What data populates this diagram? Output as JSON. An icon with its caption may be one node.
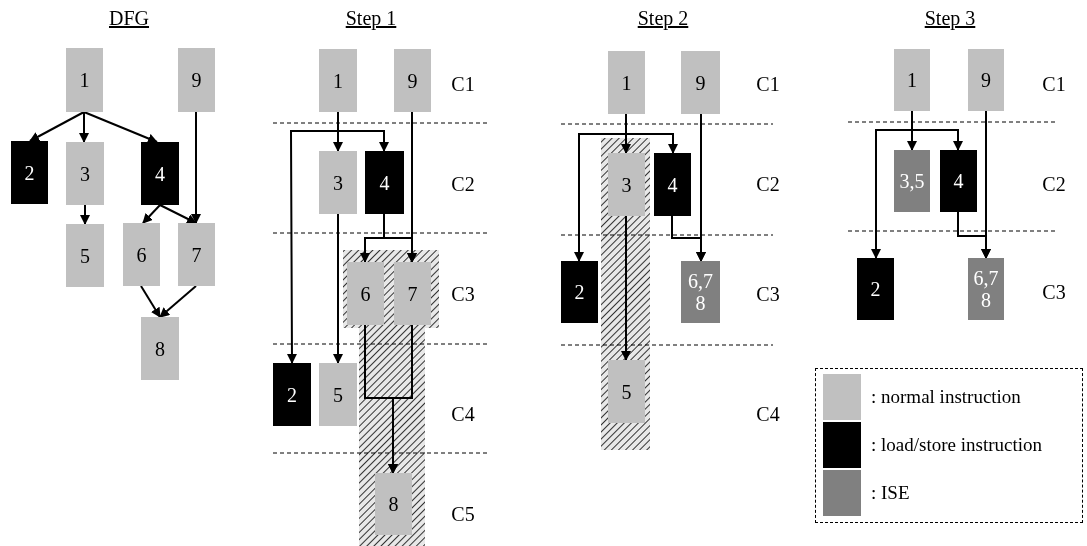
{
  "diagram": {
    "nodes": [
      {
        "text": [
          "1"
        ]
      },
      {
        "text": [
          "9"
        ]
      },
      {
        "text": [
          "2"
        ]
      },
      {
        "text": [
          "3"
        ]
      },
      {
        "text": [
          "4"
        ]
      },
      {
        "text": [
          "5"
        ]
      },
      {
        "text": [
          "6"
        ]
      },
      {
        "text": [
          "7"
        ]
      },
      {
        "text": [
          "8"
        ]
      },
      {
        "text": [
          "1"
        ]
      },
      {
        "text": [
          "9"
        ]
      },
      {
        "text": [
          "3"
        ]
      },
      {
        "text": [
          "4"
        ]
      },
      {
        "text": [
          "6"
        ]
      },
      {
        "text": [
          "7"
        ]
      },
      {
        "text": [
          "2"
        ]
      },
      {
        "text": [
          "5"
        ]
      },
      {
        "text": [
          "8"
        ]
      },
      {
        "text": [
          "1"
        ]
      },
      {
        "text": [
          "9"
        ]
      },
      {
        "text": [
          "3"
        ]
      },
      {
        "text": [
          "4"
        ]
      },
      {
        "text": [
          "2"
        ]
      },
      {
        "text": [
          "6,7 8"
        ]
      },
      {
        "text": [
          "5"
        ]
      },
      {
        "text": [
          "1"
        ]
      },
      {
        "text": [
          "9"
        ]
      },
      {
        "text": [
          "3,5"
        ]
      },
      {
        "text": [
          "4"
        ]
      },
      {
        "text": [
          "2"
        ]
      },
      {
        "text": [
          "6,7 8"
        ]
      }
    ],
    "edges": [
      {
        "from": 0,
        "to": 2,
        "arrow": "to"
      },
      {
        "from": 0,
        "to": 3,
        "arrow": "to"
      },
      {
        "from": 0,
        "to": 4,
        "arrow": "to"
      },
      {
        "from": 1,
        "to": 7,
        "arrow": "to"
      },
      {
        "from": 3,
        "to": 5,
        "arrow": "to"
      },
      {
        "from": 4,
        "to": 6,
        "arrow": "to"
      },
      {
        "from": 4,
        "to": 7,
        "arrow": "to"
      },
      {
        "from": 6,
        "to": 8,
        "arrow": "to"
      },
      {
        "from": 7,
        "to": 8,
        "arrow": "to"
      },
      {
        "from": 9,
        "to": 11,
        "arrow": "to"
      },
      {
        "from": 9,
        "to": 12,
        "arrow": "to"
      },
      {
        "from": 9,
        "to": 15,
        "arrow": "to"
      },
      {
        "from": 10,
        "to": 14,
        "arrow": "to"
      },
      {
        "from": 11,
        "to": 16,
        "arrow": "to"
      },
      {
        "from": 12,
        "to": 13,
        "arrow": "to"
      },
      {
        "from": 12,
        "to": 14,
        "arrow": "to"
      },
      {
        "from": 13,
        "to": 17,
        "arrow": "to"
      },
      {
        "from": 14,
        "to": 17,
        "arrow": "to"
      },
      {
        "from": 18,
        "to": 20,
        "arrow": "to"
      },
      {
        "from": 18,
        "to": 21,
        "arrow": "to"
      },
      {
        "from": 18,
        "to": 22,
        "arrow": "to"
      },
      {
        "from": 19,
        "to": 23,
        "arrow": "to"
      },
      {
        "from": 21,
        "to": 23,
        "arrow": "to"
      },
      {
        "from": 20,
        "to": 24,
        "arrow": "to"
      },
      {
        "from": 25,
        "to": 27,
        "arrow": "to"
      },
      {
        "from": 25,
        "to": 28,
        "arrow": "to"
      },
      {
        "from": 25,
        "to": 29,
        "arrow": "to"
      },
      {
        "from": 26,
        "to": 30,
        "arrow": "to"
      },
      {
        "from": 28,
        "to": 30,
        "arrow": "to"
      }
    ],
    "labels": [
      "DFG",
      "Step 1",
      "Step 2",
      "Step 3",
      "C1",
      "C1",
      "C1",
      "C2",
      "C2",
      "C2",
      "C3",
      "C3",
      "C3",
      "C4",
      "C4",
      "C5"
    ],
    "legend": [
      {
        "text": ": normal instruction",
        "color": "#c0c0c0"
      },
      {
        "text": ": load/store instruction",
        "color": "#000000"
      },
      {
        "text": ": ISE",
        "color": "#808080"
      }
    ]
  }
}
